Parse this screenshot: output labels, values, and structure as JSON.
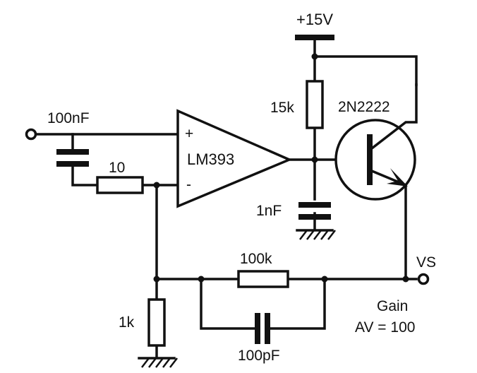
{
  "labels": {
    "supply": "+15V",
    "cap_input": "100nF",
    "res_input": "10",
    "opamp": "LM393",
    "opamp_plus": "+",
    "opamp_minus": "-",
    "res_pullup": "15k",
    "transistor": "2N2222",
    "cap_filter": "1nF",
    "res_feedback": "100k",
    "res_ground": "1k",
    "cap_feedback": "100pF",
    "output": "VS",
    "gain_line1": "Gain",
    "gain_line2": "AV = 100"
  },
  "colors": {
    "ink": "#111111",
    "paper": "#ffffff"
  }
}
